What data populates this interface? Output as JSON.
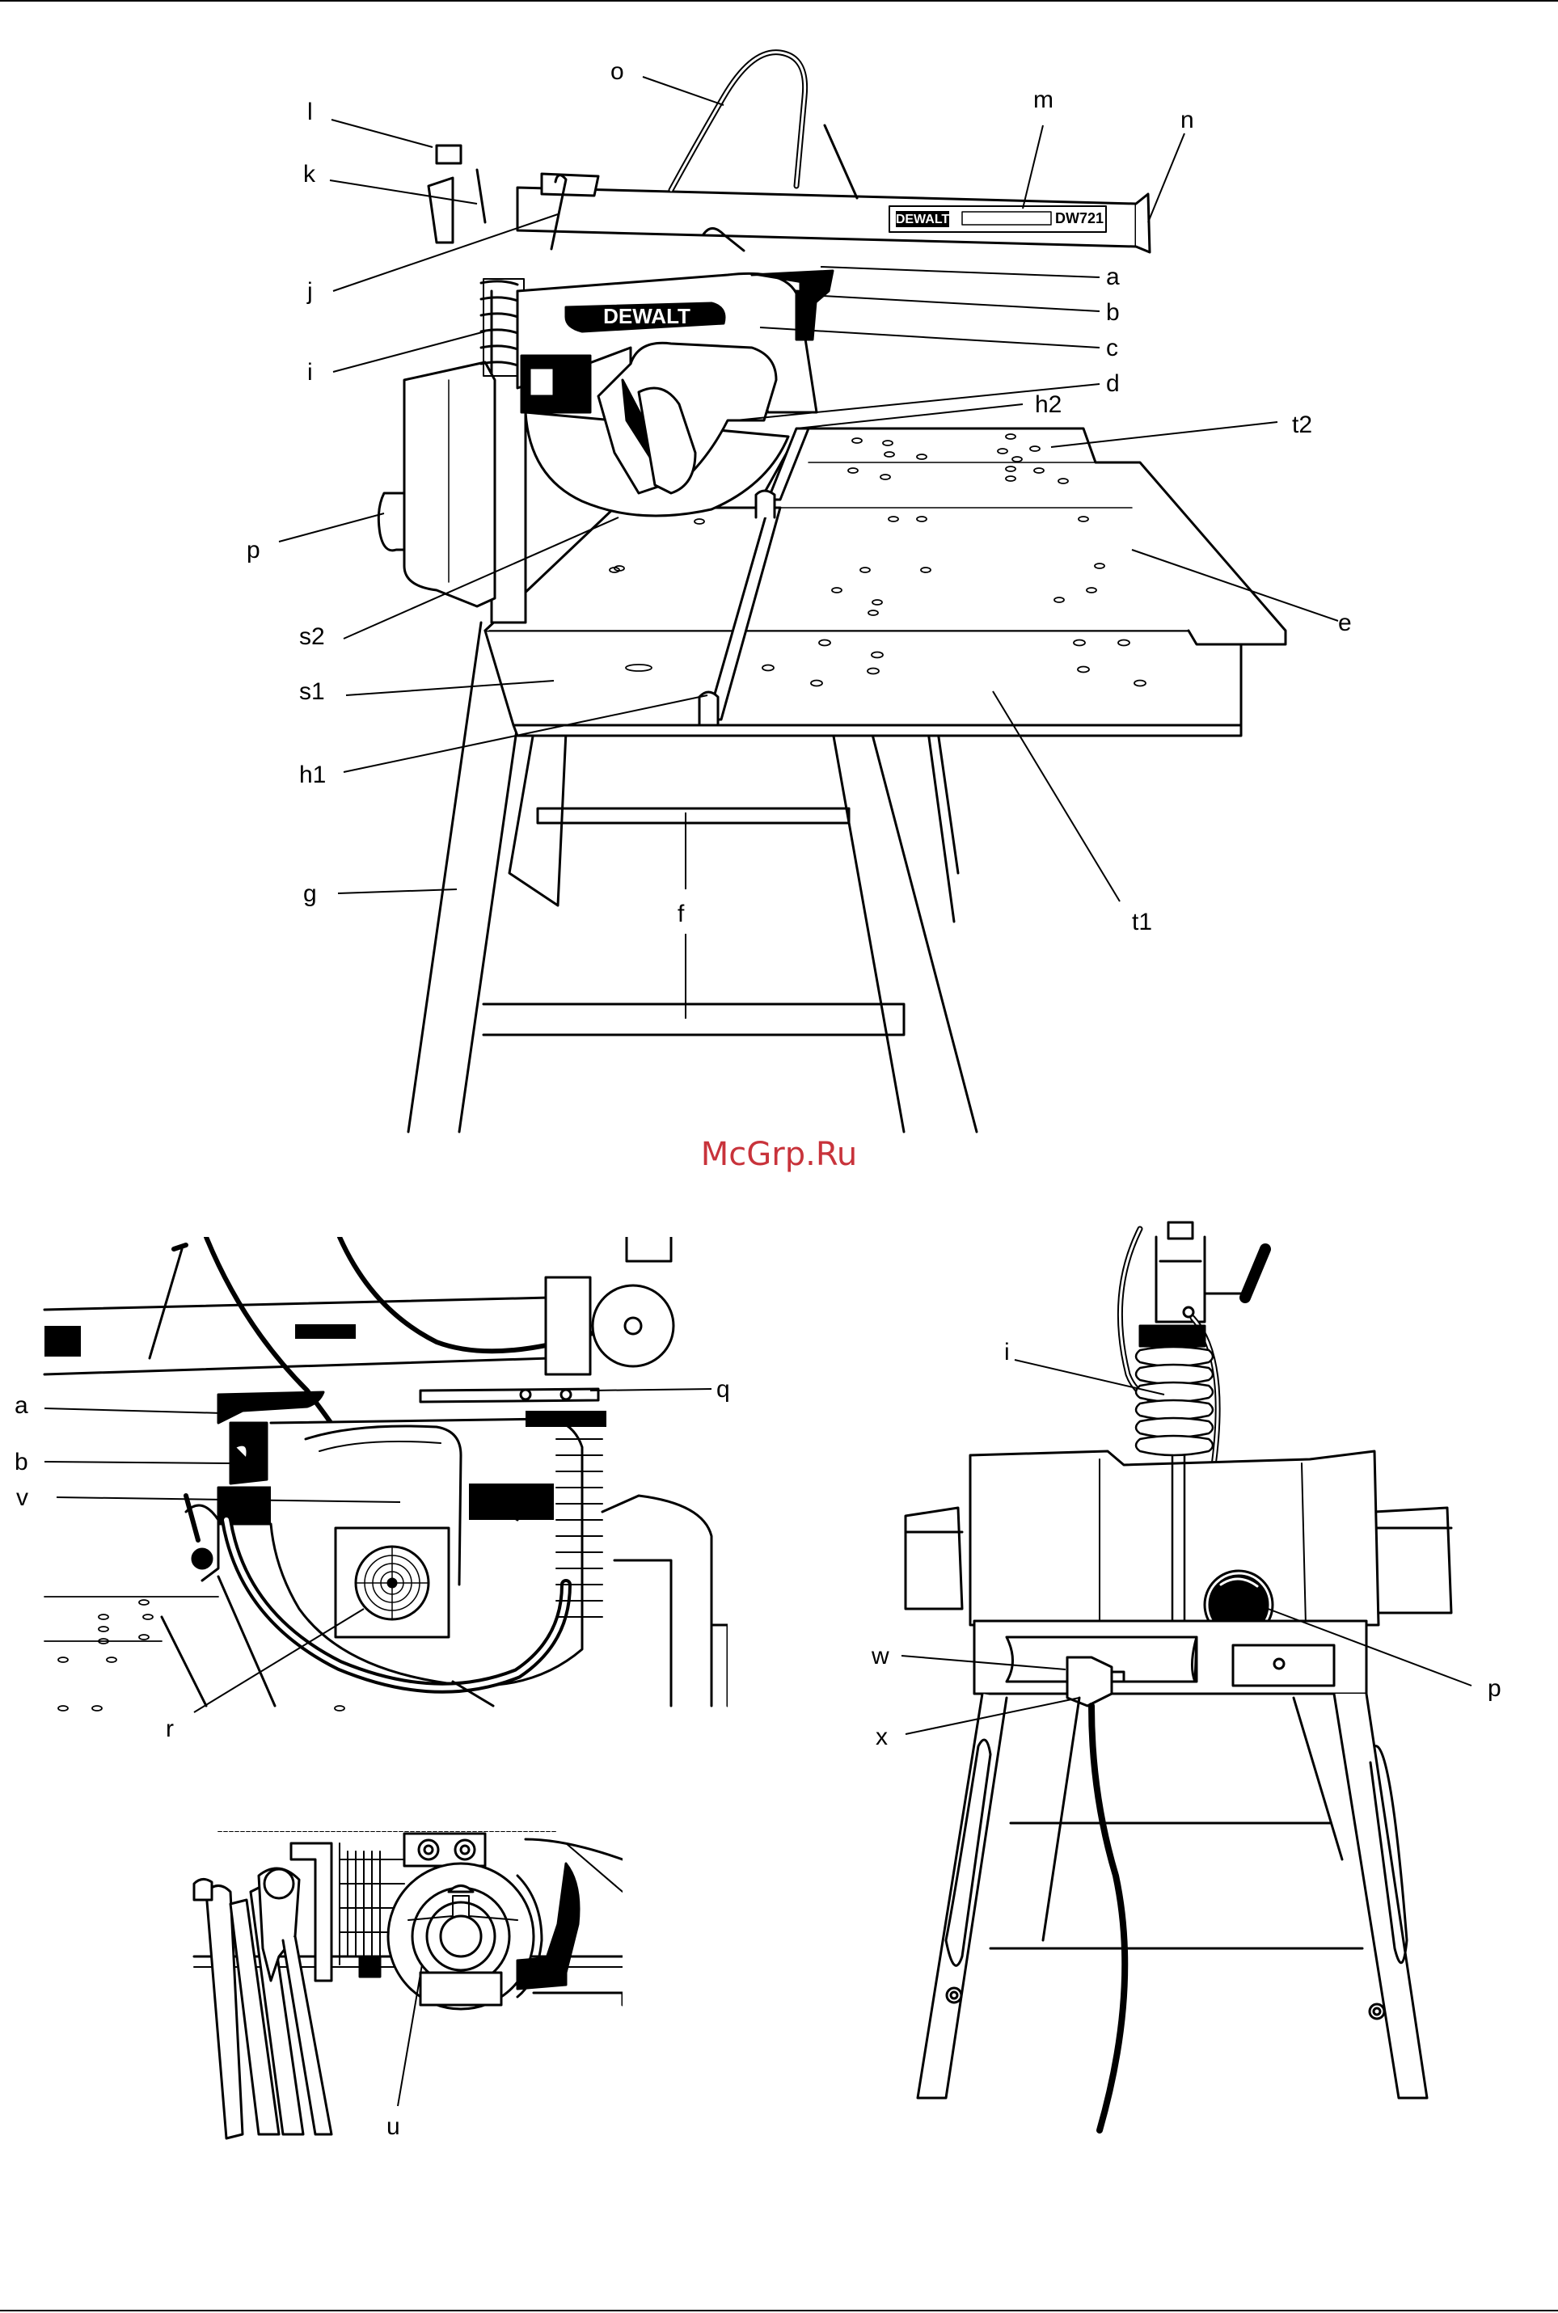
{
  "watermark": "McGrp.Ru",
  "figure1": {
    "brand_head": "DEWALT",
    "brand_arm": "DEWALT",
    "model": "DW721",
    "labels": {
      "o": "o",
      "m": "m",
      "n": "n",
      "l": "l",
      "k": "k",
      "j": "j",
      "i": "i",
      "a": "a",
      "b": "b",
      "c": "c",
      "d": "d",
      "h2": "h2",
      "t2": "t2",
      "p": "p",
      "e": "e",
      "s2": "s2",
      "s1": "s1",
      "h1": "h1",
      "g": "g",
      "f": "f",
      "t1": "t1"
    }
  },
  "figure2": {
    "labels": {
      "a": "a",
      "b": "b",
      "v": "v",
      "q": "q",
      "r": "r"
    }
  },
  "figure3": {
    "labels": {
      "i": "i",
      "w": "w",
      "x": "x",
      "p": "p"
    }
  },
  "figure4": {
    "labels": {
      "u": "u"
    }
  }
}
